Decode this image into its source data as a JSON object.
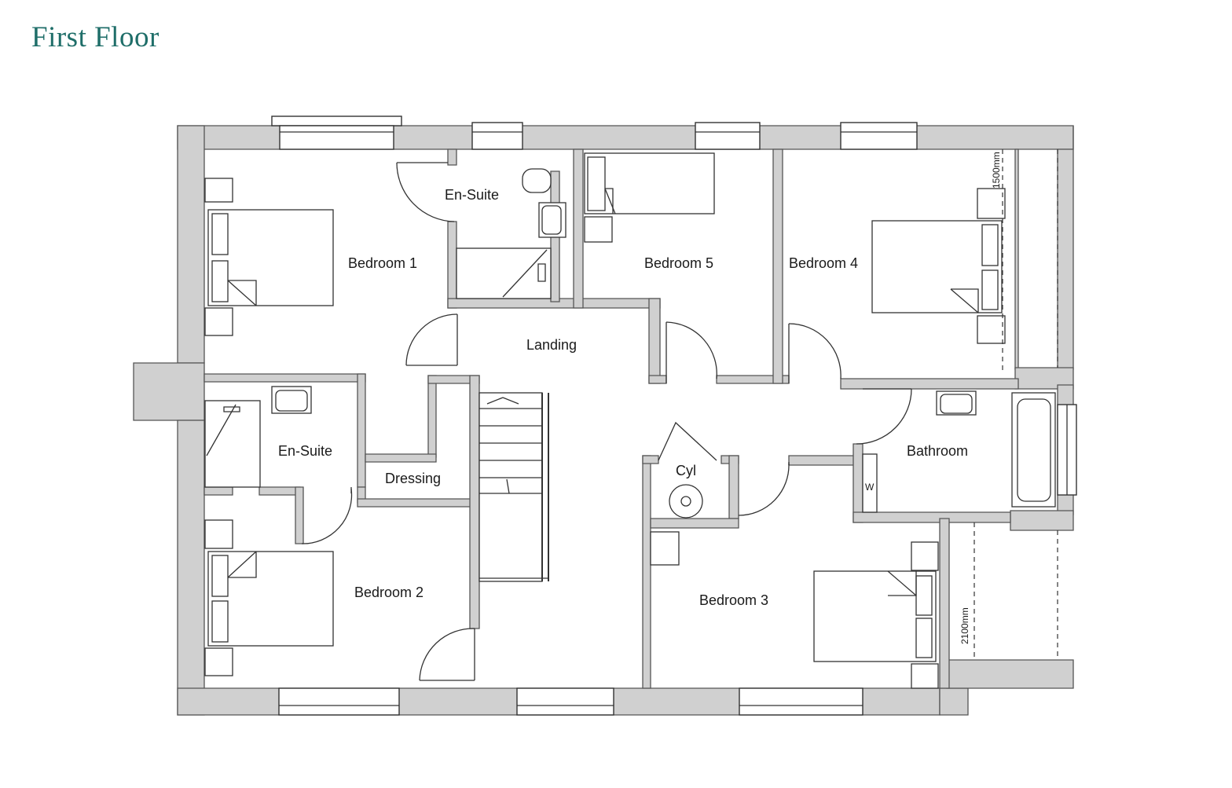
{
  "title": "First Floor",
  "colors": {
    "accent": "#1f6e69",
    "wall_fill": "#d0d0d0",
    "wall_edge": "#555555"
  },
  "rooms": {
    "bedroom1": "Bedroom 1",
    "ensuite_top": "En-Suite",
    "bedroom5": "Bedroom 5",
    "bedroom4": "Bedroom 4",
    "landing": "Landing",
    "ensuite_left": "En-Suite",
    "dressing": "Dressing",
    "cyl": "Cyl",
    "bathroom": "Bathroom",
    "wardrobe": "W",
    "bedroom2": "Bedroom 2",
    "bedroom3": "Bedroom 3"
  },
  "dimensions": {
    "d1": "1500mm",
    "d2": "2100mm"
  }
}
